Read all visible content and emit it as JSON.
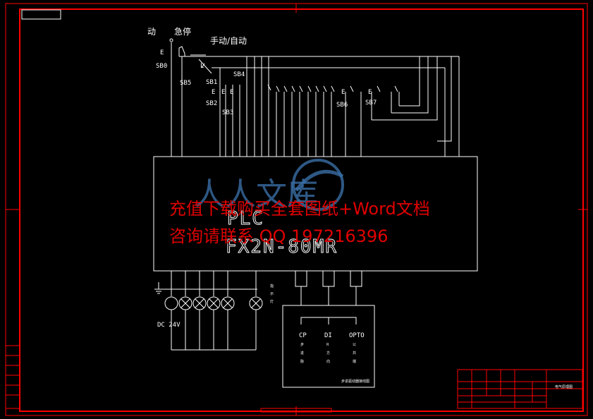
{
  "plc": {
    "title": "PLC",
    "model": "FX2N-80MR"
  },
  "buttons": {
    "sb0": "SB0",
    "sb1": "SB1",
    "sb2": "SB2",
    "sb3": "SB3",
    "sb4": "SB4",
    "sb5": "SB5",
    "sb6": "SB6",
    "sb7": "SB7"
  },
  "top_labels": {
    "start": "动",
    "estop": "急停",
    "mode": "手动/自动"
  },
  "output": {
    "supply": "DC 24V",
    "indicator": [
      "指",
      "示",
      "灯"
    ]
  },
  "driver": {
    "terminals": [
      "CP",
      "DI",
      "OPTO"
    ],
    "cp_desc": [
      "步",
      "进",
      "脉"
    ],
    "di_desc": [
      "R",
      "方",
      "向"
    ],
    "opto_desc": [
      "公",
      "共",
      "端"
    ],
    "caption": "步进驱动器接线图"
  },
  "watermark": {
    "line1": "充值下载购买全套图纸+Word文档",
    "line2": "咨询请联系  QQ 197216396",
    "logo_chars": "人人文库"
  },
  "title_block": {
    "name": "电气原理图"
  },
  "colors": {
    "border": "#ff0000",
    "wire": "#ffffff",
    "watermark": "#e00000",
    "logo": "#3a6ea5",
    "background": "#000000"
  }
}
